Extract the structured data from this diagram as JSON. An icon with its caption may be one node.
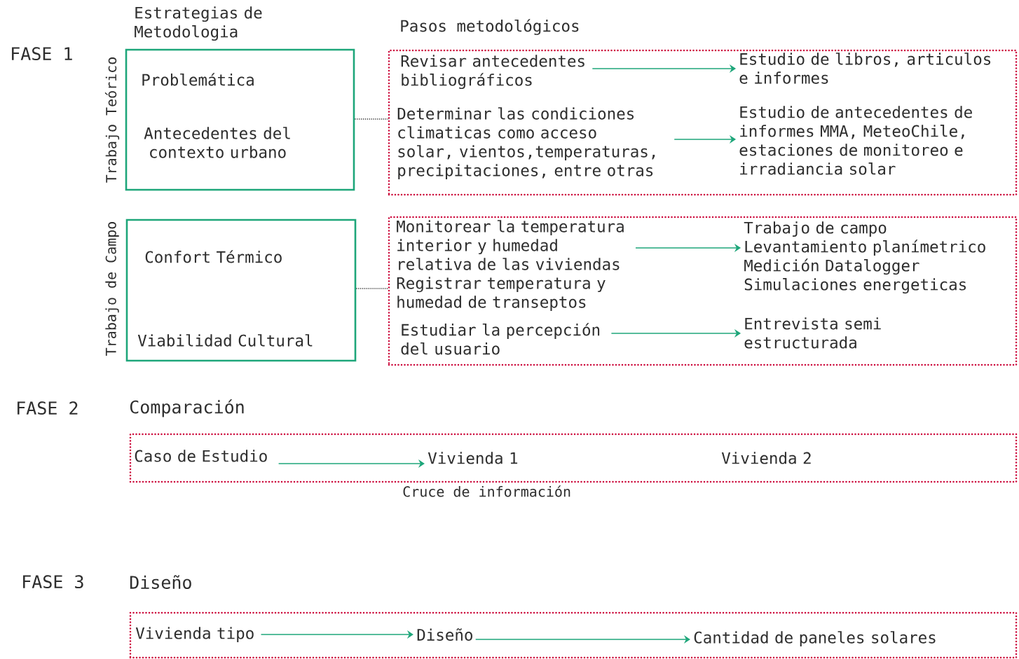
{
  "diagram": {
    "nodes": [
      {
        "text": [
          "Problemática",
          "Antecedentes del contexto urbano"
        ],
        "beside": [
          "Trabajo Teórico"
        ]
      },
      {
        "text": [],
        "shape": "box"
      },
      {
        "text": [
          "Revisar antecedentes bibliográficos"
        ],
        "in": 1
      },
      {
        "text": [
          "Estudio de libros, articulos e informes"
        ],
        "in": 1
      },
      {
        "text": [
          "Determinar las condiciones climaticas como acceso solar, vientos,temperaturas, precipitaciones, entre otras"
        ],
        "in": 1
      },
      {
        "text": [
          "Estudio de antecedentes de informes MMA, MeteoChile, estaciones de monitoreo e irradiancia solar"
        ],
        "in": 1
      },
      {
        "text": [
          "Confort Térmico",
          "Viabilidad Cultural"
        ],
        "beside": [
          "Trabajo de Campo"
        ]
      },
      {
        "text": [],
        "shape": "box"
      },
      {
        "text": [
          "Monitorear la temperatura interior y humedad relativa de las viviendas Registrar temperatura y humedad de transeptos"
        ],
        "in": 7
      },
      {
        "text": [
          "Trabajo de campo Levantamiento planímetrico Medición Datalogger Simulaciones energeticas"
        ],
        "in": 7
      },
      {
        "text": [
          "Estudiar la percepción del usuario"
        ],
        "in": 7
      },
      {
        "text": [
          "Entrevista semi estructurada"
        ],
        "in": 7
      },
      {
        "text": [],
        "shape": "box",
        "beside": [
          "Cruce de información"
        ]
      },
      {
        "text": [
          "Caso de Estudio"
        ],
        "in": 12
      },
      {
        "text": [
          "Vivienda 1"
        ],
        "in": 12
      },
      {
        "text": [
          "Vivienda 2"
        ],
        "in": 12
      },
      {
        "text": [],
        "shape": "box"
      },
      {
        "text": [
          "Vivienda tipo"
        ],
        "in": 16
      },
      {
        "text": [
          "Diseño"
        ],
        "in": 16
      },
      {
        "text": [
          "Cantidad de paneles solares"
        ],
        "in": 16
      }
    ],
    "edges": [
      {
        "from": 0,
        "to": 1,
        "arrow": "none",
        "style": "dashed",
        "color": "#333333"
      },
      {
        "from": 2,
        "to": 3,
        "arrow": "to"
      },
      {
        "from": 4,
        "to": 5,
        "arrow": "to"
      },
      {
        "from": 6,
        "to": 7,
        "arrow": "none",
        "style": "dashed",
        "color": "#333333"
      },
      {
        "from": 8,
        "to": 9,
        "arrow": "to"
      },
      {
        "from": 10,
        "to": 11,
        "arrow": "to"
      },
      {
        "from": 13,
        "to": 14,
        "arrow": "to"
      },
      {
        "from": 17,
        "to": 18,
        "arrow": "to"
      },
      {
        "from": 18,
        "to": 19,
        "arrow": "to"
      }
    ],
    "labels": [
      "Estrategias de Metodologia",
      "Pasos metodológicos",
      "FASE 1",
      "FASE 2",
      "Comparación",
      "FASE 3",
      "Diseño"
    ]
  }
}
